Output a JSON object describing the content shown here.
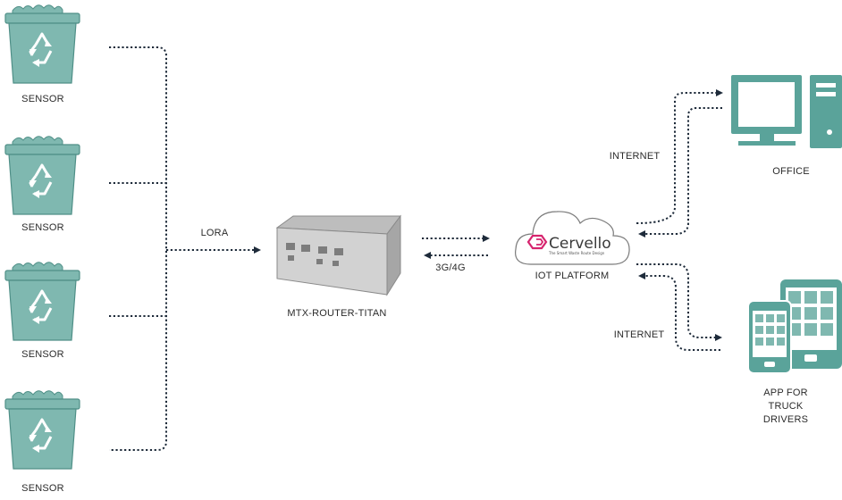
{
  "sensors": [
    {
      "label": "SENSOR"
    },
    {
      "label": "SENSOR"
    },
    {
      "label": "SENSOR"
    },
    {
      "label": "SENSOR"
    }
  ],
  "links": {
    "lora": "LORA",
    "cellular": "3G/4G",
    "internet_office": "INTERNET",
    "internet_app": "INTERNET"
  },
  "router": {
    "label": "MTX-ROUTER-TITAN"
  },
  "platform": {
    "label": "IOT PLATFORM",
    "brand": "Cervello",
    "tagline": "The Smart Waste Route Design"
  },
  "office": {
    "label": "OFFICE"
  },
  "app": {
    "label": "APP FOR TRUCK DRIVERS"
  },
  "colors": {
    "bin_fill": "#7fb8b0",
    "bin_stroke": "#4f8f87",
    "icon_teal": "#5aa39a",
    "line": "#1e2b3a",
    "brand_accent": "#d6246e"
  }
}
